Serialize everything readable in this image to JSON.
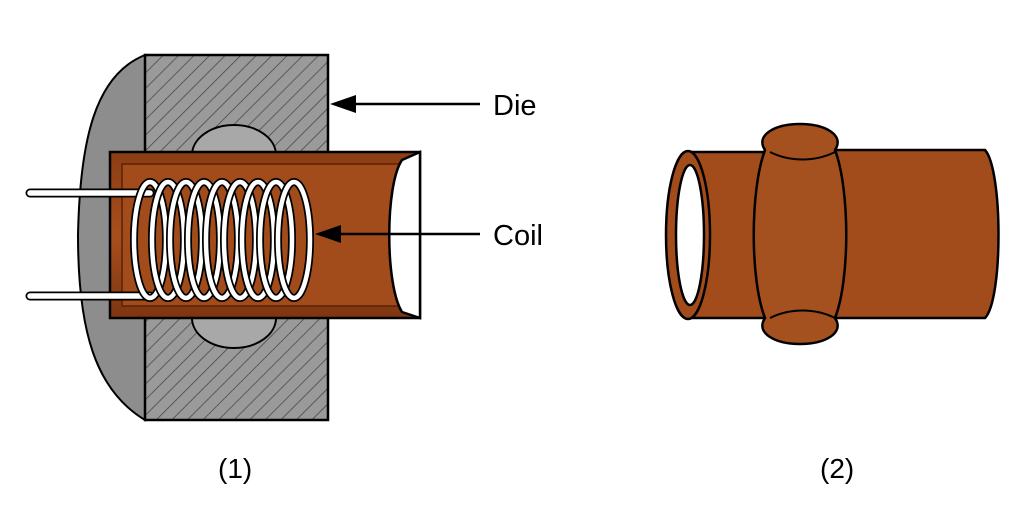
{
  "labels": {
    "die": "Die",
    "coil": "Coil"
  },
  "captions": {
    "left": "(1)",
    "right": "(2)"
  },
  "colors": {
    "copper": "#a24b1b",
    "copper_dark": "#6b2a0a",
    "die_gray": "#8f8f8f",
    "die_dark": "#6f6f6f",
    "coil_wire": "#ffffff",
    "outline": "#000000"
  }
}
